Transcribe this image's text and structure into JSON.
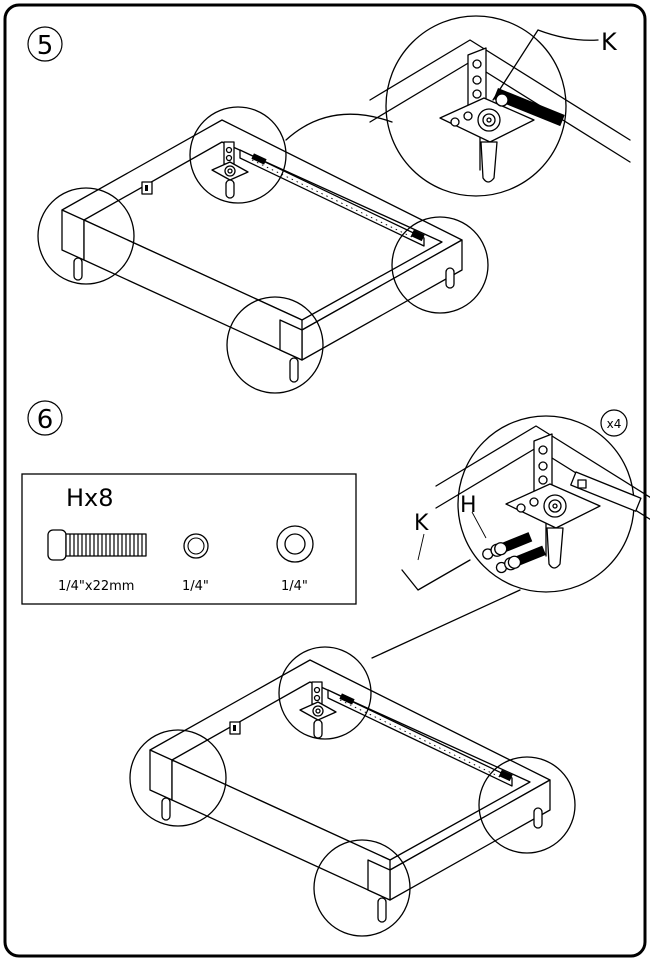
{
  "steps": {
    "step5": {
      "number": "5",
      "tool_label": "K"
    },
    "step6": {
      "number": "6",
      "multiplier": "x4",
      "tool_label": "K",
      "part_label": "H",
      "parts_box": {
        "title": "Hx8",
        "bolt_size": "1/4\"x22mm",
        "lock_washer_size": "1/4\"",
        "flat_washer_size": "1/4\""
      }
    }
  },
  "icons": [
    "step-number-circle",
    "allen-key-icon",
    "bolt-icon",
    "lock-washer-icon",
    "flat-washer-icon",
    "corner-bracket-icon",
    "bed-leg-icon"
  ]
}
